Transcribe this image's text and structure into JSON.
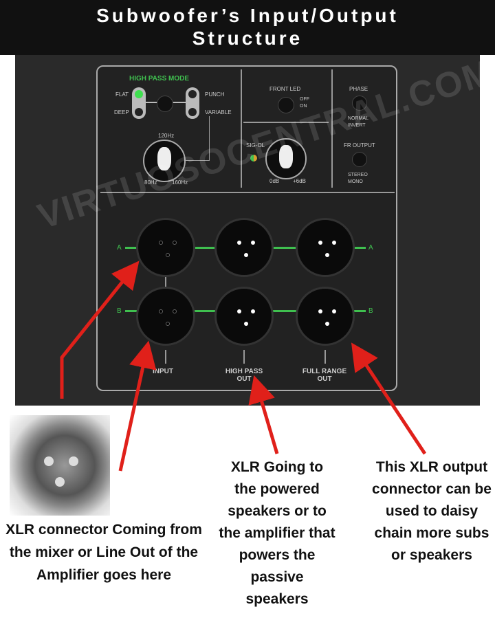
{
  "title": [
    "Subwoofer’s Input/Output",
    "Structure"
  ],
  "panel": {
    "high_pass_mode": "HIGH PASS MODE",
    "flat": "FLAT",
    "deep": "DEEP",
    "punch": "PUNCH",
    "variable": "VARIABLE",
    "knob1_top": "120Hz",
    "knob1_left": "80Hz",
    "knob1_right": "160Hz",
    "front_led": "FRONT LED",
    "off": "OFF",
    "on": "ON",
    "sig_ol": "SIG-OL",
    "knob2_left": "0dB",
    "knob2_right": "+6dB",
    "phase": "PHASE",
    "normal": "NORMAL",
    "invert": "INVERT",
    "fr_output": "FR OUTPUT",
    "stereo": "STEREO",
    "mono": "MONO",
    "row_a": "A",
    "row_b": "B",
    "input": "INPUT",
    "high_pass_out": [
      "HIGH PASS",
      "OUT"
    ],
    "full_range_out": [
      "FULL RANGE",
      "OUT"
    ]
  },
  "watermark": "VIRTUOSOCENTRAL.COM",
  "captions": {
    "left": "XLR connector Coming from the mixer or Line Out of the Amplifier goes here",
    "middle": "XLR Going to the powered speakers or to the amplifier that powers the passive speakers",
    "right": "This XLR output connector can be used to daisy chain more subs or speakers"
  },
  "colors": {
    "accent": "#3fbf4f",
    "arrow": "#e0201a"
  }
}
